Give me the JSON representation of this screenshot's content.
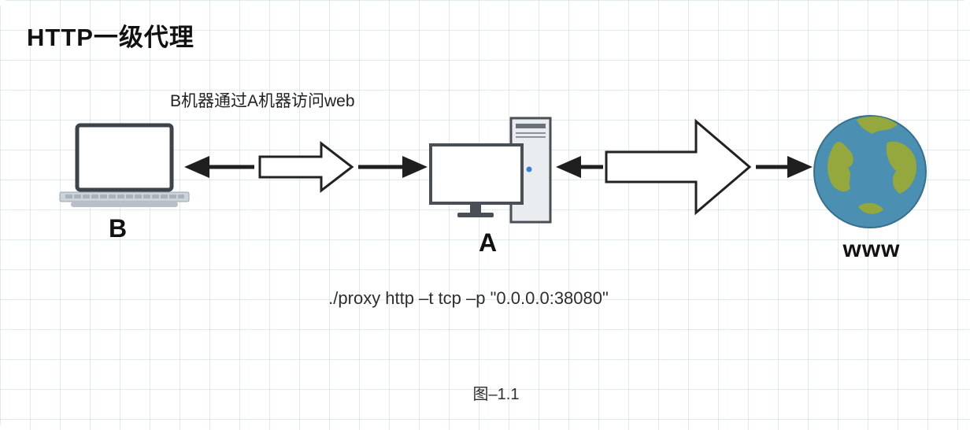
{
  "title": "HTTP一级代理",
  "annotation": "B机器通过A机器访问web",
  "nodes": {
    "client_label": "B",
    "proxy_label": "A",
    "web_label": "www"
  },
  "command": "./proxy http –t tcp –p \"0.0.0.0:38080\"",
  "caption": "图–1.1",
  "colors": {
    "arrow": "#1f1f1f",
    "outline": "#454b52",
    "globe_ocean": "#4b8fb3",
    "globe_land": "#94a83d",
    "tower_fill": "#e9edf0",
    "power_led": "#3d7fd6"
  }
}
